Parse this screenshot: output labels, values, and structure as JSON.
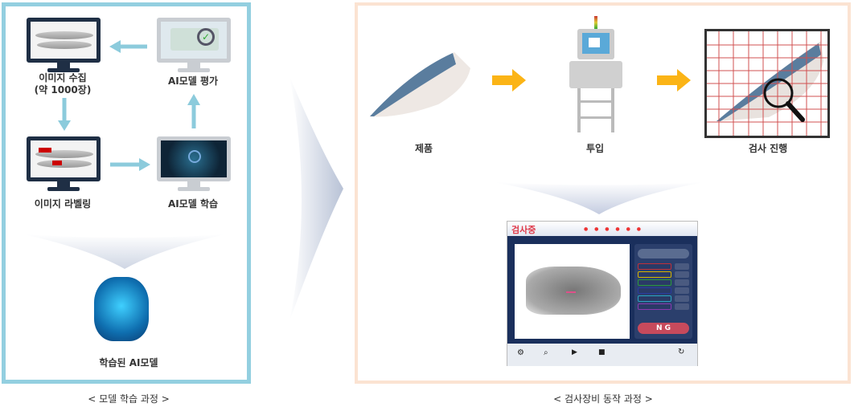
{
  "left_panel": {
    "caption": "< 모델 학습 과정 >",
    "steps": [
      {
        "label": "이미지 수집",
        "sublabel": "(약 1000장)"
      },
      {
        "label": "AI모델 평가"
      },
      {
        "label": "이미지 라벨링"
      },
      {
        "label": "AI모델 학습"
      }
    ],
    "result_label": "학습된 AI모델",
    "border_color": "#93cfe0",
    "arrow_color": "#8ccbdc"
  },
  "right_panel": {
    "caption": "< 검사장비 동작 과정 >",
    "steps": [
      {
        "label": "제품"
      },
      {
        "label": "투입"
      },
      {
        "label": "검사 진행"
      }
    ],
    "border_color": "#fbe3d2",
    "arrow_color": "#fbb416",
    "inspection_screen": {
      "title": "검사중",
      "result": "N G",
      "defect_colors": [
        "#c0303a",
        "#d6b400",
        "#2a9a3a",
        "#2a3aa0",
        "#2aa6c0",
        "#8a3ab0"
      ]
    }
  }
}
